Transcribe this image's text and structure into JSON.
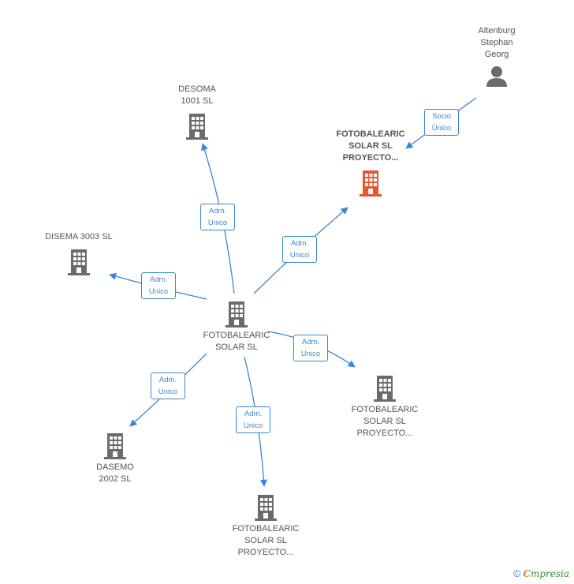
{
  "colors": {
    "edge": "#3b86d4",
    "building": "#6b6b6b",
    "building_highlight": "#e8552f",
    "person": "#6b6b6b"
  },
  "nodes": {
    "person": {
      "label": "Altenburg\nStephan\nGeorg",
      "icon": "person-icon"
    },
    "target": {
      "label": "FOTOBALEARIC\nSOLAR SL\nPROYECTO...",
      "icon": "building-icon"
    },
    "center": {
      "label": "FOTOBALEARIC\nSOLAR  SL",
      "icon": "building-icon"
    },
    "desoma": {
      "label": "DESOMA\n1001 SL",
      "icon": "building-icon"
    },
    "disema": {
      "label": "DISEMA 3003 SL",
      "icon": "building-icon"
    },
    "dasemo": {
      "label": "DASEMO\n2002 SL",
      "icon": "building-icon"
    },
    "proyecto_bottom": {
      "label": "FOTOBALEARIC\nSOLAR SL\nPROYECTO...",
      "icon": "building-icon"
    },
    "proyecto_right": {
      "label": "FOTOBALEARIC\nSOLAR SL\nPROYECTO...",
      "icon": "building-icon"
    }
  },
  "relations": {
    "socio": "Socio\nÚnico",
    "adm_desoma": "Adm.\nUnico",
    "adm_target": "Adm.\nUnico",
    "adm_disema": "Adm.\nUnico",
    "adm_right": "Adm.\nUnico",
    "adm_dasemo": "Adm.\nUnico",
    "adm_bottom": "Adm.\nUnico"
  },
  "footer": {
    "copyright": "©",
    "brand_first": "C",
    "brand_rest": "mpresia"
  }
}
